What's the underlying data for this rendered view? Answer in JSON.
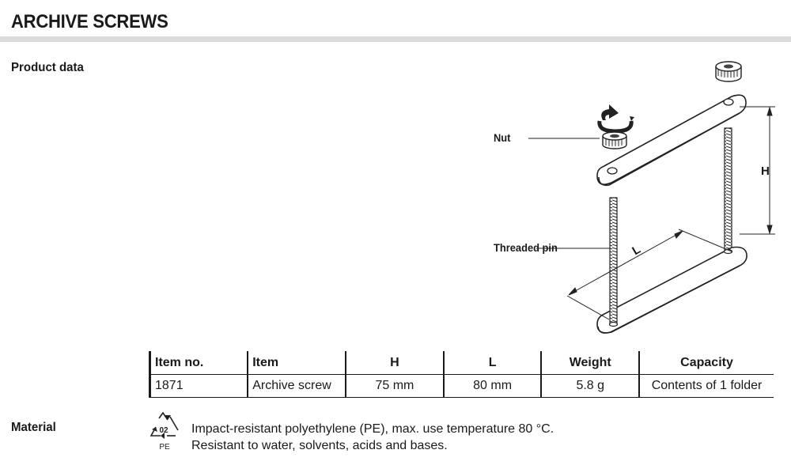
{
  "header": {
    "title": "ARCHIVE SCREWS"
  },
  "sections": {
    "product_data": "Product data",
    "material": "Material"
  },
  "diagram": {
    "callouts": {
      "nut": "Nut",
      "threaded_pin": "Threaded pin"
    },
    "dimensions": {
      "height": "H",
      "length": "L"
    }
  },
  "table": {
    "columns": [
      "Item no.",
      "Item",
      "H",
      "L",
      "Weight",
      "Capacity"
    ],
    "rows": [
      [
        "1871",
        "Archive screw",
        "75 mm",
        "80 mm",
        "5.8 g",
        "Contents of 1 folder"
      ]
    ]
  },
  "material": {
    "recycling_code": "02",
    "recycling_abbr": "PE",
    "lines": [
      "Impact-resistant polyethylene (PE), max. use temperature 80 °C.",
      "Resistant to water, solvents, acids and bases."
    ]
  }
}
